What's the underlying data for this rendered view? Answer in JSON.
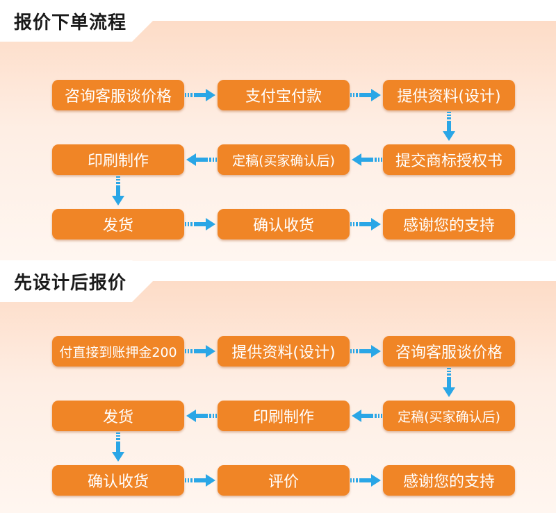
{
  "sections": [
    {
      "title": "报价下单流程",
      "steps": [
        "咨询客服谈价格",
        "支付宝付款",
        "提供资料(设计)",
        "提交商标授权书",
        "定稿(买家确认后)",
        "印刷制作",
        "发货",
        "确认收货",
        "感谢您的支持"
      ]
    },
    {
      "title": "先设计后报价",
      "steps": [
        "付直接到账押金200",
        "提供资料(设计)",
        "咨询客服谈价格",
        "定稿(买家确认后)",
        "印刷制作",
        "发货",
        "确认收货",
        "评价",
        "感谢您的支持"
      ]
    }
  ],
  "colors": {
    "box": "#f08526",
    "arrow": "#2aa6e6"
  }
}
